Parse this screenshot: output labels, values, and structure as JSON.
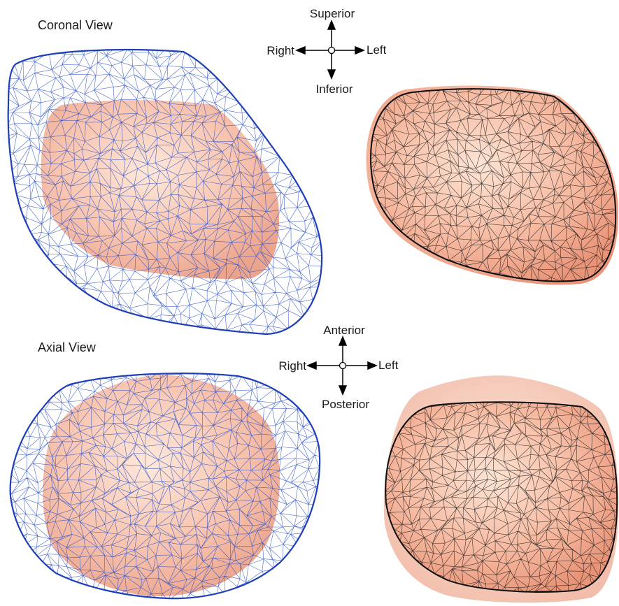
{
  "coronal": {
    "title": "Coronal View",
    "orientation": {
      "up": "Superior",
      "down": "Inferior",
      "left": "Right",
      "right": "Left"
    }
  },
  "axial": {
    "title": "Axial View",
    "orientation": {
      "up": "Anterior",
      "down": "Posterior",
      "left": "Right",
      "right": "Left"
    }
  },
  "colors": {
    "outer_mesh": "#2a4fc9",
    "inner_mesh": "#141414",
    "surface_fill": "#f2a88e",
    "surface_highlight": "#fde0cf",
    "axis": "#000000"
  }
}
